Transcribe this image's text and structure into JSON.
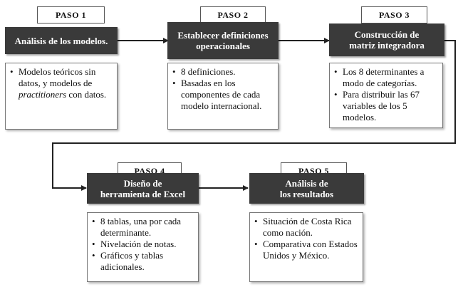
{
  "steps": [
    {
      "tag": "PASO 1",
      "title": [
        "Análisis de los modelos."
      ],
      "bullets": [
        [
          "Modelos teóricos sin datos, y modelos de ",
          {
            "i": "practitioners"
          },
          " con datos."
        ]
      ]
    },
    {
      "tag": "PASO 2",
      "title": [
        "Establecer definiciones",
        "operacionales"
      ],
      "bullets": [
        [
          "8 definiciones."
        ],
        [
          "Basadas en los componentes de cada modelo internacional."
        ]
      ]
    },
    {
      "tag": "PASO 3",
      "title": [
        "Construcción de",
        "matriz integradora"
      ],
      "bullets": [
        [
          "Los 8 determinantes a modo de categorías."
        ],
        [
          "Para distribuir las 67 variables de los 5 modelos."
        ]
      ]
    },
    {
      "tag": "PASO 4",
      "title": [
        "Diseño de",
        "herramienta de Excel"
      ],
      "bullets": [
        [
          "8 tablas, una por cada determinante."
        ],
        [
          "Nivelación de notas."
        ],
        [
          "Gráficos y tablas adicionales."
        ]
      ]
    },
    {
      "tag": "PASO 5",
      "title": [
        "Análisis de",
        "los resultados"
      ],
      "bullets": [
        [
          "Situación de Costa Rica como nación."
        ],
        [
          "Comparativa con Estados Unidos y México."
        ]
      ]
    }
  ]
}
